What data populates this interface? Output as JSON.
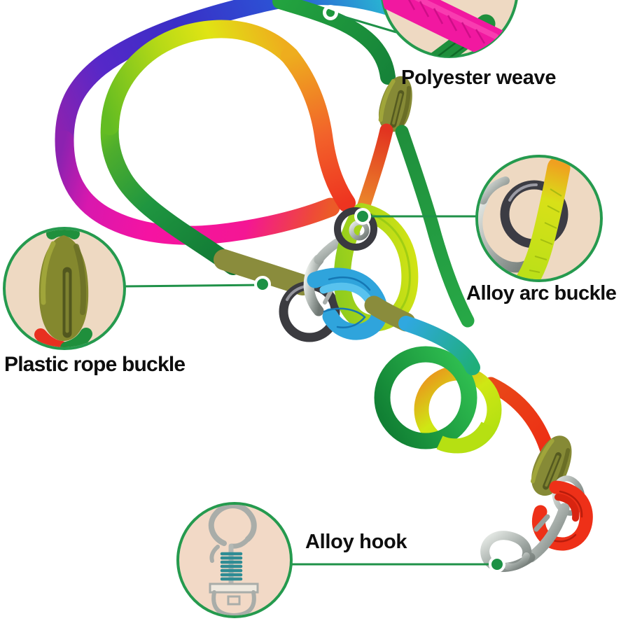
{
  "callouts": {
    "polyester_weave": {
      "label": "Polyester weave"
    },
    "alloy_arc_buckle": {
      "label": "Alloy arc buckle"
    },
    "plastic_rope_buckle": {
      "label": "Plastic rope buckle"
    },
    "alloy_hook": {
      "label": "Alloy hook"
    }
  },
  "colors": {
    "background": "#ffffff",
    "callout_background": "#eed9c2",
    "callout_background_warm": "#f2d9c6",
    "callout_border": "#259a4e",
    "annotation_line": "#1f9148",
    "anchor_dot": "#1d9145",
    "label_text": "#0e0e0e",
    "rope_cyan": "#29bcd2",
    "rope_blue": "#2b55d6",
    "rope_purple": "#4a2cc4",
    "rope_magenta": "#d818ae",
    "rope_pink": "#f513a2",
    "rope_red": "#ee3420",
    "rope_orange": "#f0a020",
    "rope_yellow": "#e0e414",
    "rope_chartreuse": "#a0d020",
    "rope_green": "#1f9a40",
    "wrap_cord_blue": "#2fa4dc",
    "plastic_buckle_olive": "#868a36",
    "alloy_silver": "#b9bdb9",
    "alloy_dark_ring": "#3c3c44",
    "spring_teal": "#2e8c94"
  }
}
